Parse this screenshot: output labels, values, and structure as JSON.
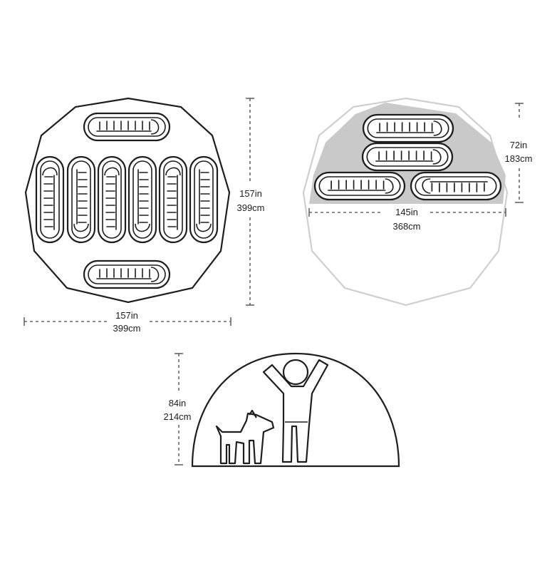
{
  "floor_plan": {
    "side_dimension": {
      "imperial": "157in",
      "metric": "399cm"
    },
    "bottom_dimension": {
      "imperial": "157in",
      "metric": "399cm"
    },
    "sleeping_pads": 8
  },
  "loft_plan": {
    "depth_dimension": {
      "imperial": "72in",
      "metric": "183cm"
    },
    "width_dimension": {
      "imperial": "145in",
      "metric": "368cm"
    },
    "sleeping_pads": 4
  },
  "side_view": {
    "height_dimension": {
      "imperial": "84in",
      "metric": "214cm"
    }
  },
  "colors": {
    "outline": "#1e1e1e",
    "fill": "#ffffff",
    "loft_fill": "#c9c9c9",
    "ghost_outline": "#cfcfcf",
    "dimension_line": "#666666"
  }
}
